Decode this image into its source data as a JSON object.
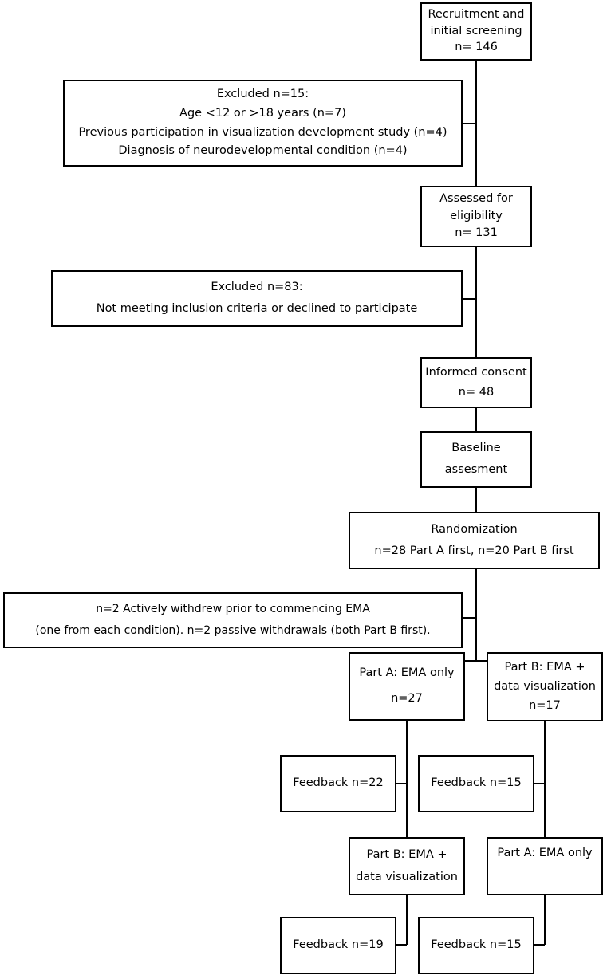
{
  "diagram": {
    "type": "participant-flowchart",
    "nodes": {
      "recruitment": {
        "lines": [
          "Recruitment and",
          "initial screening",
          "n= 146"
        ]
      },
      "excluded_1": {
        "lines": [
          "Excluded n=15:",
          "Age <12 or >18 years (n=7)",
          "Previous participation in visualization development study (n=4)",
          "Diagnosis of neurodevelopmental condition (n=4)"
        ]
      },
      "eligibility": {
        "lines": [
          "Assessed for",
          "eligibility",
          "n= 131"
        ]
      },
      "excluded_2": {
        "lines": [
          "Excluded n=83:",
          "Not meeting inclusion criteria or declined to participate"
        ]
      },
      "consent": {
        "lines": [
          "Informed consent",
          "n= 48"
        ]
      },
      "baseline": {
        "lines": [
          "Baseline",
          "assesment"
        ]
      },
      "randomization": {
        "lines": [
          "Randomization",
          "n=28 Part A first, n=20 Part B first"
        ]
      },
      "withdrawals": {
        "lines": [
          "n=2 Actively withdrew prior to commencing EMA",
          "(one from each condition). n=2 passive withdrawals (both Part B first)."
        ]
      },
      "partA_first": {
        "lines": [
          "Part A: EMA only",
          "n=27"
        ]
      },
      "partB_first": {
        "lines": [
          "Part B: EMA +",
          "data visualization",
          "n=17"
        ]
      },
      "feedback_left_1": {
        "lines": [
          "Feedback n=22"
        ]
      },
      "feedback_right_1": {
        "lines": [
          "Feedback n=15"
        ]
      },
      "partB_second": {
        "lines": [
          "Part B: EMA +",
          "data visualization"
        ]
      },
      "partA_second": {
        "lines": [
          "Part A: EMA only"
        ]
      },
      "feedback_left_2": {
        "lines": [
          "Feedback n=19"
        ]
      },
      "feedback_right_2": {
        "lines": [
          "Feedback n=15"
        ]
      }
    }
  }
}
